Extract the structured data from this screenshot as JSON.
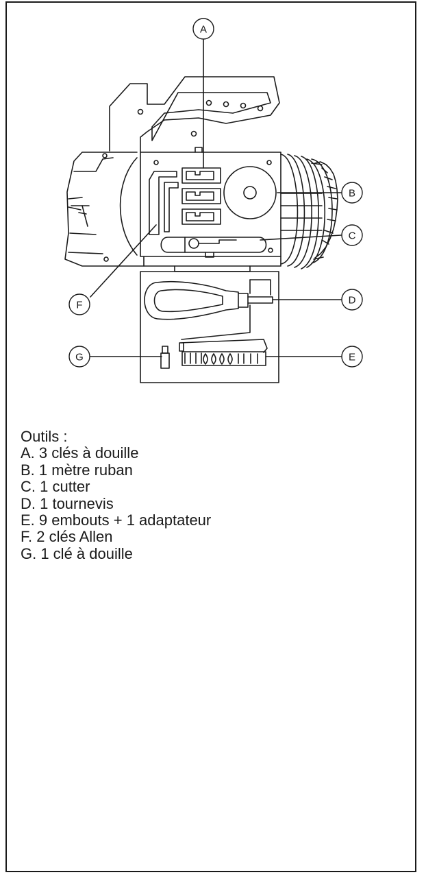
{
  "callouts": {
    "a": "A",
    "b": "B",
    "c": "C",
    "d": "D",
    "e": "E",
    "f": "F",
    "g": "G"
  },
  "legend": {
    "title": "Outils :",
    "items": [
      "A. 3 clés à douille",
      "B. 1 mètre ruban",
      "C. 1 cutter",
      "D. 1 tournevis",
      "E. 9 embouts + 1 adaptateur",
      "F. 2 clés Allen",
      "G. 1 clé à douille"
    ]
  }
}
